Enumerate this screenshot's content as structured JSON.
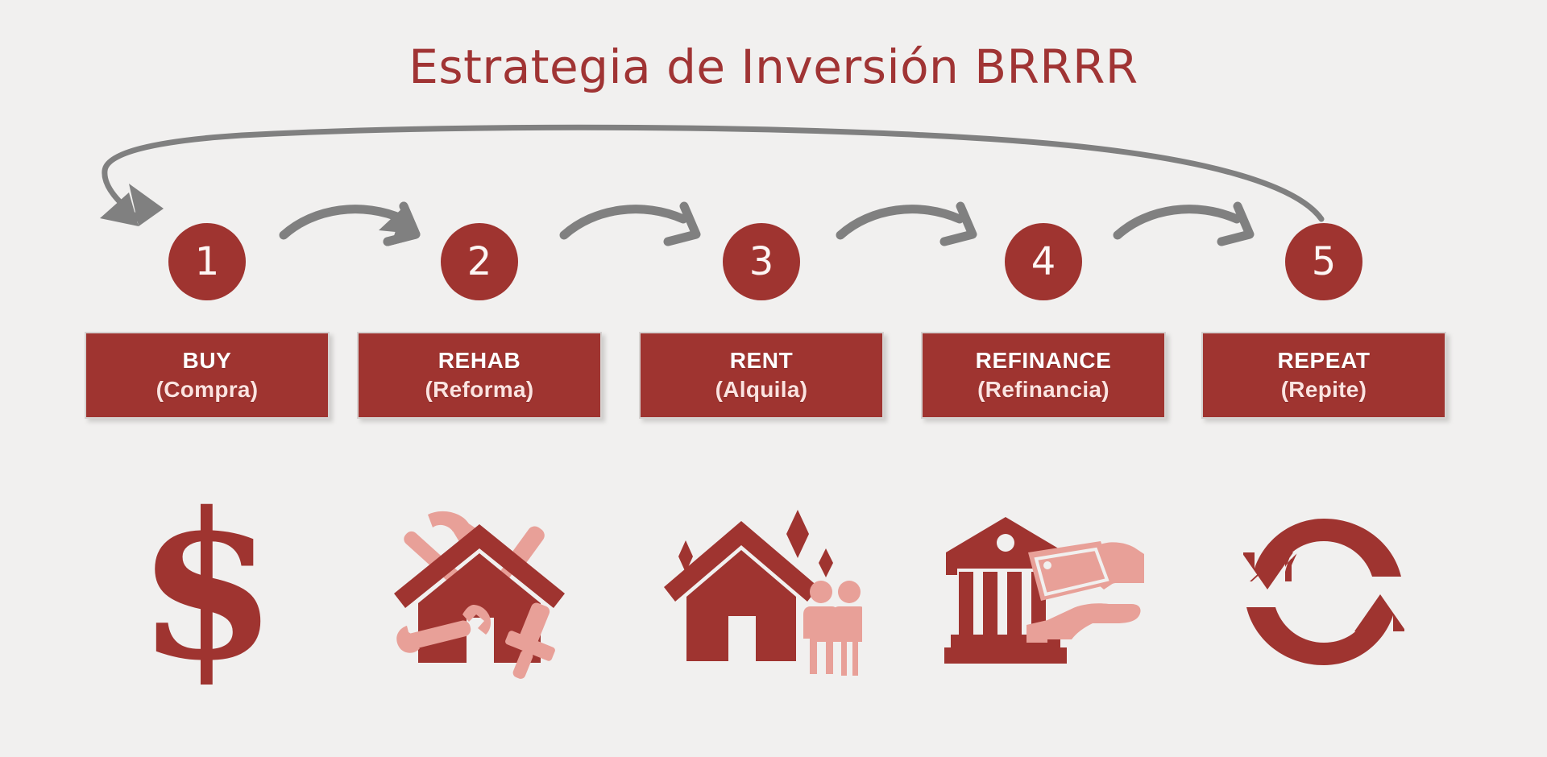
{
  "title": "Estrategia de Inversión BRRRR",
  "colors": {
    "background": "#f1f0ef",
    "brand_dark_red": "#9f3430",
    "title_red": "#a03434",
    "icon_light_pink": "#e8a098",
    "arrow_gray": "#808080",
    "box_border": "#d6d2d0",
    "label_text": "#ffffff",
    "label_subtext": "#fbe3e0"
  },
  "steps": [
    {
      "number": "1",
      "label_en": "BUY",
      "label_es": "(Compra)",
      "icon": "dollar-sign-icon"
    },
    {
      "number": "2",
      "label_en": "REHAB",
      "label_es": "(Reforma)",
      "icon": "house-with-tools-icon"
    },
    {
      "number": "3",
      "label_en": "RENT",
      "label_es": "(Alquila)",
      "icon": "house-with-tenants-icon"
    },
    {
      "number": "4",
      "label_en": "REFINANCE",
      "label_es": "(Refinancia)",
      "icon": "bank-cash-exchange-icon"
    },
    {
      "number": "5",
      "label_en": "REPEAT",
      "label_es": "(Repite)",
      "icon": "cycle-repeat-icon"
    }
  ],
  "arrows": {
    "loop_back": "loop-back-arrow",
    "between": [
      "step-arrow-1-to-2",
      "step-arrow-2-to-3",
      "step-arrow-3-to-4",
      "step-arrow-4-to-5"
    ]
  }
}
